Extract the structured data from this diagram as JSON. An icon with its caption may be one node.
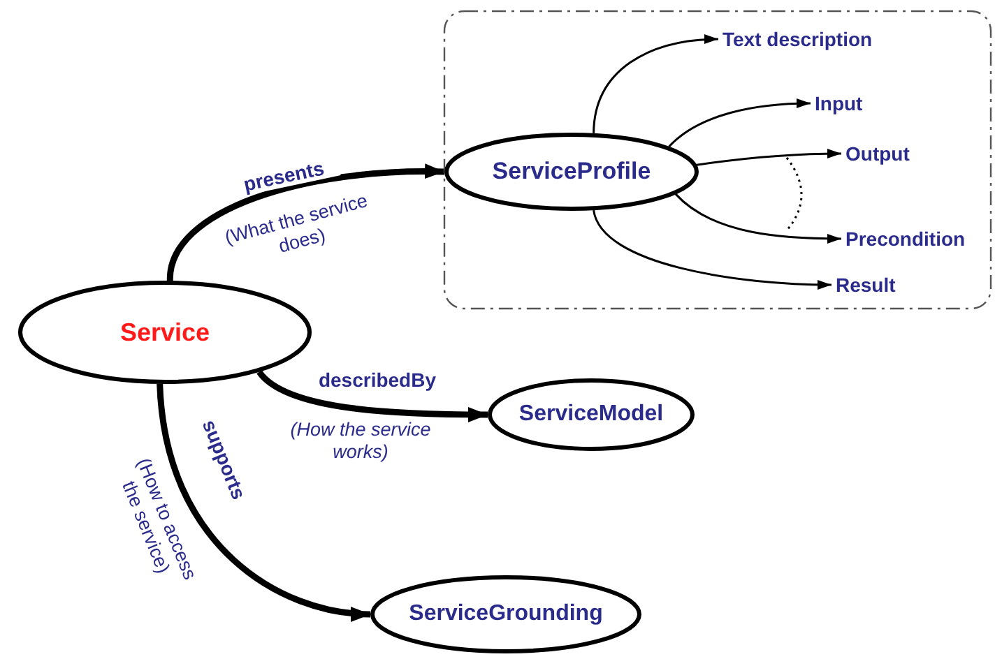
{
  "diagram": {
    "nodes": [
      {
        "text": [],
        "shape": "box"
      },
      {
        "text": [
          "Service"
        ]
      },
      {
        "text": [
          "ServiceProfile"
        ],
        "in": 0
      },
      {
        "text": [
          "Text description"
        ],
        "in": 0
      },
      {
        "text": [
          "Input"
        ],
        "in": 0
      },
      {
        "text": [
          "Output"
        ],
        "in": 0
      },
      {
        "text": [
          "Precondition"
        ],
        "in": 0
      },
      {
        "text": [
          "Result"
        ],
        "in": 0
      },
      {
        "text": [
          "ServiceModel"
        ]
      },
      {
        "text": [
          "ServiceGrounding"
        ]
      }
    ],
    "edges": [
      {
        "from": 1,
        "to": 2,
        "arrow": "to",
        "label": "presents",
        "style": "thick"
      },
      {
        "from": 1,
        "to": 8,
        "arrow": "to",
        "label": "describedBy",
        "style": "thick"
      },
      {
        "from": 1,
        "to": 9,
        "arrow": "to",
        "label": "supports",
        "style": "thick"
      },
      {
        "from": 2,
        "to": 3,
        "arrow": "to"
      },
      {
        "from": 2,
        "to": 4,
        "arrow": "to"
      },
      {
        "from": 2,
        "to": 5,
        "arrow": "to"
      },
      {
        "from": 2,
        "to": 6,
        "arrow": "to"
      },
      {
        "from": 2,
        "to": 7,
        "arrow": "to"
      }
    ],
    "labels": [
      "(What the service does)",
      "(How the service works)",
      "(How to access the service)"
    ]
  }
}
